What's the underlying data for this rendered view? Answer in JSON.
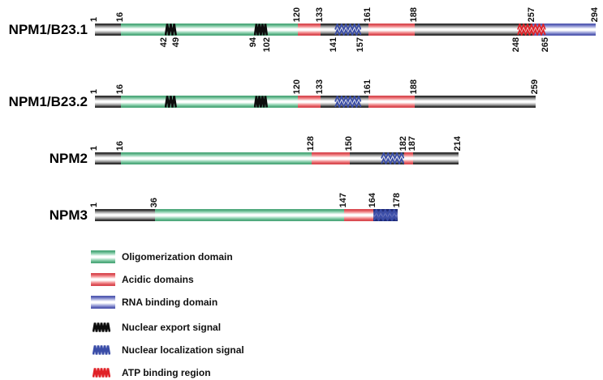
{
  "proteins": [
    {
      "name": "NPM1/B23.1",
      "length": 294,
      "segments": [
        {
          "type": "linker",
          "start": 1,
          "end": 16
        },
        {
          "type": "oligomerization",
          "start": 16,
          "end": 120
        },
        {
          "type": "acidic",
          "start": 120,
          "end": 133
        },
        {
          "type": "linker",
          "start": 133,
          "end": 161
        },
        {
          "type": "acidic",
          "start": 161,
          "end": 188
        },
        {
          "type": "linker",
          "start": 188,
          "end": 257
        },
        {
          "type": "rna_binding",
          "start": 257,
          "end": 294
        }
      ],
      "motifs": [
        {
          "type": "nes",
          "start": 42,
          "end": 49
        },
        {
          "type": "nes",
          "start": 94,
          "end": 102
        },
        {
          "type": "nls",
          "start": 141,
          "end": 157
        },
        {
          "type": "atp",
          "start": 248,
          "end": 265
        }
      ],
      "top_labels": [
        1,
        16,
        120,
        133,
        161,
        188,
        257,
        294
      ],
      "bottom_labels": [
        42,
        49,
        94,
        102,
        141,
        157,
        248,
        265
      ]
    },
    {
      "name": "NPM1/B23.2",
      "length": 259,
      "segments": [
        {
          "type": "linker",
          "start": 1,
          "end": 16
        },
        {
          "type": "oligomerization",
          "start": 16,
          "end": 120
        },
        {
          "type": "acidic",
          "start": 120,
          "end": 133
        },
        {
          "type": "linker",
          "start": 133,
          "end": 161
        },
        {
          "type": "acidic",
          "start": 161,
          "end": 188
        },
        {
          "type": "linker",
          "start": 188,
          "end": 259
        }
      ],
      "motifs": [
        {
          "type": "nes",
          "start": 42,
          "end": 49
        },
        {
          "type": "nes",
          "start": 94,
          "end": 102
        },
        {
          "type": "nls",
          "start": 141,
          "end": 157
        }
      ],
      "top_labels": [
        1,
        16,
        120,
        133,
        161,
        188,
        259
      ],
      "bottom_labels": []
    },
    {
      "name": "NPM2",
      "length": 214,
      "segments": [
        {
          "type": "linker",
          "start": 1,
          "end": 16
        },
        {
          "type": "oligomerization",
          "start": 16,
          "end": 128
        },
        {
          "type": "acidic",
          "start": 128,
          "end": 150
        },
        {
          "type": "linker",
          "start": 150,
          "end": 182
        },
        {
          "type": "acidic",
          "start": 182,
          "end": 187
        },
        {
          "type": "linker",
          "start": 187,
          "end": 214
        }
      ],
      "motifs": [
        {
          "type": "nls",
          "start": 168,
          "end": 182
        }
      ],
      "top_labels": [
        1,
        16,
        128,
        150,
        182,
        187,
        214
      ],
      "bottom_labels": []
    },
    {
      "name": "NPM3",
      "length": 178,
      "segments": [
        {
          "type": "linker",
          "start": 1,
          "end": 36
        },
        {
          "type": "oligomerization",
          "start": 36,
          "end": 147
        },
        {
          "type": "acidic",
          "start": 147,
          "end": 164
        },
        {
          "type": "nls_block",
          "start": 164,
          "end": 178
        }
      ],
      "motifs": [
        {
          "type": "nls",
          "start": 164,
          "end": 178
        }
      ],
      "top_labels": [
        1,
        36,
        147,
        164,
        178
      ],
      "bottom_labels": []
    }
  ],
  "legend": {
    "items": [
      {
        "key": "oligomerization",
        "style": "bar",
        "label": "Oligomerization domain"
      },
      {
        "key": "acidic",
        "style": "bar",
        "label": "Acidic domains"
      },
      {
        "key": "rna_binding",
        "style": "bar",
        "label": "RNA binding domain"
      },
      {
        "key": "nes",
        "style": "zigzag",
        "label": "Nuclear export signal"
      },
      {
        "key": "nls",
        "style": "zigzag",
        "label": "Nuclear localization signal"
      },
      {
        "key": "atp",
        "style": "zigzag",
        "label": "ATP binding region"
      }
    ]
  },
  "colors": {
    "background": "#ffffff",
    "green_dark": "#4fa97c",
    "green_light": "#8fd2b0",
    "red_dark": "#d94a51",
    "red_light": "#f28a8d",
    "purple_dark": "#545cb2",
    "purple_light": "#9aa0d8",
    "gray_dark": "#2f2f2f",
    "gray_light": "#9a9a9a",
    "navy_dark": "#1f2a78",
    "navy_mid": "#7d86cc",
    "nes": "#0d0d0d",
    "nls": "#3a4da8",
    "atp": "#e02127",
    "text": "#111111"
  }
}
